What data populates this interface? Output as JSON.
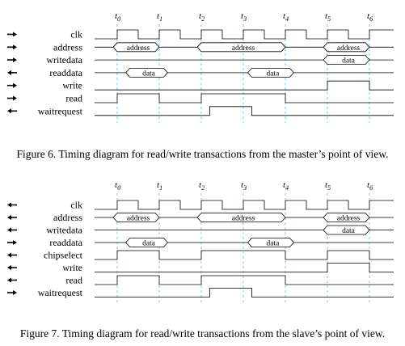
{
  "diagrams": [
    {
      "time_labels": [
        "t0",
        "t1",
        "t2",
        "t3",
        "t4",
        "t5",
        "t6"
      ],
      "signals": [
        {
          "name": "clk",
          "direction": "in",
          "type": "clock"
        },
        {
          "name": "address",
          "direction": "in",
          "type": "bus",
          "values": [
            {
              "from": 0,
              "to": 1,
              "label": "address"
            },
            {
              "from": 2,
              "to": 4,
              "label": "address"
            },
            {
              "from": 5,
              "to": 6,
              "label": "address"
            }
          ]
        },
        {
          "name": "writedata",
          "direction": "in",
          "type": "bus",
          "values": [
            {
              "from": 5,
              "to": 6,
              "label": "data"
            }
          ]
        },
        {
          "name": "readdata",
          "direction": "out",
          "type": "bus",
          "values": [
            {
              "from": 0.3,
              "to": 1.2,
              "label": "data"
            },
            {
              "from": 3.2,
              "to": 4.2,
              "label": "data"
            }
          ]
        },
        {
          "name": "write",
          "direction": "in",
          "type": "level",
          "pulses": [
            {
              "from": 5,
              "to": 6
            }
          ]
        },
        {
          "name": "read",
          "direction": "in",
          "type": "level",
          "pulses": [
            {
              "from": 0,
              "to": 1
            },
            {
              "from": 2,
              "to": 4
            }
          ]
        },
        {
          "name": "waitrequest",
          "direction": "out",
          "type": "level",
          "pulses": [
            {
              "from": 2.2,
              "to": 3.2
            }
          ]
        }
      ],
      "caption": "Figure 6. Timing diagram for read/write transactions from the master’s point of view."
    },
    {
      "time_labels": [
        "t0",
        "t1",
        "t2",
        "t3",
        "t4",
        "t5",
        "t6"
      ],
      "signals": [
        {
          "name": "clk",
          "direction": "out",
          "type": "clock"
        },
        {
          "name": "address",
          "direction": "out",
          "type": "bus",
          "values": [
            {
              "from": 0,
              "to": 1,
              "label": "address"
            },
            {
              "from": 2,
              "to": 4,
              "label": "address"
            },
            {
              "from": 5,
              "to": 6,
              "label": "address"
            }
          ]
        },
        {
          "name": "writedata",
          "direction": "out",
          "type": "bus",
          "values": [
            {
              "from": 5,
              "to": 6,
              "label": "data"
            }
          ]
        },
        {
          "name": "readdata",
          "direction": "in",
          "type": "bus",
          "values": [
            {
              "from": 0.3,
              "to": 1.2,
              "label": "data"
            },
            {
              "from": 3.2,
              "to": 4.2,
              "label": "data"
            }
          ]
        },
        {
          "name": "chipselect",
          "direction": "out",
          "type": "level",
          "pulses": [
            {
              "from": 0,
              "to": 1
            },
            {
              "from": 2,
              "to": 4
            },
            {
              "from": 5,
              "to": 6
            }
          ]
        },
        {
          "name": "write",
          "direction": "out",
          "type": "level",
          "pulses": [
            {
              "from": 5,
              "to": 6
            }
          ]
        },
        {
          "name": "read",
          "direction": "out",
          "type": "level",
          "pulses": [
            {
              "from": 0,
              "to": 1
            },
            {
              "from": 2,
              "to": 4
            }
          ]
        },
        {
          "name": "waitrequest",
          "direction": "in",
          "type": "level",
          "pulses": [
            {
              "from": 2.2,
              "to": 3.2
            }
          ]
        }
      ],
      "caption": "Figure 7. Timing diagram for read/write transactions from the slave’s point of view."
    }
  ]
}
